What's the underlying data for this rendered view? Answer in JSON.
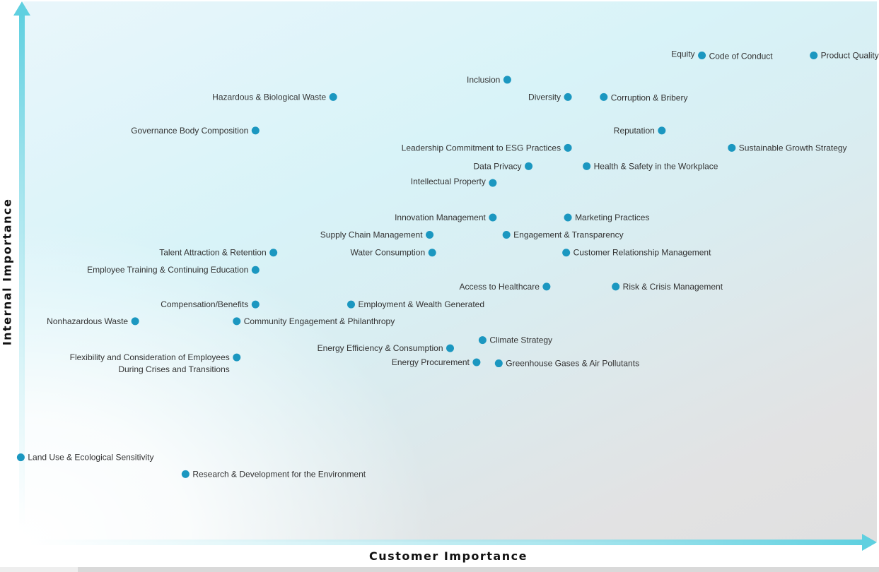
{
  "chart_data": {
    "type": "scatter",
    "title": "",
    "xlabel": "Customer Importance",
    "ylabel": "Internal Importance",
    "xlim": [
      0,
      1
    ],
    "ylim": [
      0,
      1
    ],
    "grid": false,
    "point_color": "#1b97c0",
    "accent_color": "#5fd0e0",
    "points": [
      {
        "label": "Equity",
        "x": 0.795,
        "y": 0.9,
        "label_side": "left",
        "dy": -2
      },
      {
        "label": "Code of Conduct",
        "x": 0.795,
        "y": 0.9,
        "label_side": "right",
        "dy": 1
      },
      {
        "label": "Product Quality",
        "x": 0.926,
        "y": 0.9,
        "label_side": "right",
        "dy": 0
      },
      {
        "label": "Inclusion",
        "x": 0.567,
        "y": 0.855,
        "label_side": "left",
        "dy": 0
      },
      {
        "label": "Hazardous & Biological Waste",
        "x": 0.363,
        "y": 0.823,
        "label_side": "left",
        "dy": 0
      },
      {
        "label": "Diversity",
        "x": 0.638,
        "y": 0.823,
        "label_side": "left",
        "dy": 0
      },
      {
        "label": "Corruption & Bribery",
        "x": 0.68,
        "y": 0.823,
        "label_side": "right",
        "dy": 1
      },
      {
        "label": "Governance Body Composition",
        "x": 0.272,
        "y": 0.761,
        "label_side": "left",
        "dy": 0
      },
      {
        "label": "Reputation",
        "x": 0.748,
        "y": 0.761,
        "label_side": "left",
        "dy": 0
      },
      {
        "label": "Leadership Commitment to ESG Practices",
        "x": 0.638,
        "y": 0.729,
        "label_side": "left",
        "dy": 0
      },
      {
        "label": "Sustainable Growth Strategy",
        "x": 0.83,
        "y": 0.729,
        "label_side": "right",
        "dy": 0
      },
      {
        "label": "Data Privacy",
        "x": 0.592,
        "y": 0.695,
        "label_side": "left",
        "dy": 0
      },
      {
        "label": "Health & Safety in the Workplace",
        "x": 0.66,
        "y": 0.695,
        "label_side": "right",
        "dy": 0
      },
      {
        "label": "Intellectual Property",
        "x": 0.55,
        "y": 0.664,
        "label_side": "left",
        "dy": -2
      },
      {
        "label": "Innovation Management",
        "x": 0.55,
        "y": 0.6,
        "label_side": "left",
        "dy": 0
      },
      {
        "label": "Marketing Practices",
        "x": 0.638,
        "y": 0.6,
        "label_side": "right",
        "dy": 0
      },
      {
        "label": "Supply Chain Management",
        "x": 0.476,
        "y": 0.568,
        "label_side": "left",
        "dy": 0
      },
      {
        "label": "Engagement & Transparency",
        "x": 0.566,
        "y": 0.568,
        "label_side": "right",
        "dy": 0
      },
      {
        "label": "Talent Attraction & Retention",
        "x": 0.293,
        "y": 0.535,
        "label_side": "left",
        "dy": 0
      },
      {
        "label": "Water Consumption",
        "x": 0.479,
        "y": 0.535,
        "label_side": "left",
        "dy": 0
      },
      {
        "label": "Customer Relationship Management",
        "x": 0.636,
        "y": 0.535,
        "label_side": "right",
        "dy": 0
      },
      {
        "label": "Employee Training & Continuing Education",
        "x": 0.272,
        "y": 0.503,
        "label_side": "left",
        "dy": 0
      },
      {
        "label": "Access to Healthcare",
        "x": 0.613,
        "y": 0.472,
        "label_side": "left",
        "dy": 0
      },
      {
        "label": "Risk & Crisis Management",
        "x": 0.694,
        "y": 0.472,
        "label_side": "right",
        "dy": 0
      },
      {
        "label": "Compensation/Benefits",
        "x": 0.272,
        "y": 0.439,
        "label_side": "left",
        "dy": 0
      },
      {
        "label": "Employment & Wealth Generated",
        "x": 0.384,
        "y": 0.439,
        "label_side": "right",
        "dy": 0
      },
      {
        "label": "Nonhazardous Waste",
        "x": 0.131,
        "y": 0.408,
        "label_side": "left",
        "dy": 0
      },
      {
        "label": "Community Engagement & Philanthropy",
        "x": 0.25,
        "y": 0.408,
        "label_side": "right",
        "dy": 0
      },
      {
        "label": "Climate Strategy",
        "x": 0.538,
        "y": 0.373,
        "label_side": "right",
        "dy": 0
      },
      {
        "label": "Energy Efficiency & Consumption",
        "x": 0.5,
        "y": 0.358,
        "label_side": "left",
        "dy": 0
      },
      {
        "label": "Energy Procurement",
        "x": 0.531,
        "y": 0.332,
        "label_side": "left",
        "dy": 0
      },
      {
        "label": "Greenhouse Gases & Air Pollutants",
        "x": 0.557,
        "y": 0.33,
        "label_side": "right",
        "dy": 0
      },
      {
        "label": "Land Use & Ecological Sensitivity",
        "x": -0.003,
        "y": 0.156,
        "label_side": "right",
        "dy": 0
      },
      {
        "label": "Research & Development for the Environment",
        "x": 0.19,
        "y": 0.125,
        "label_side": "right",
        "dy": 0
      }
    ],
    "multiline_point": {
      "lines": [
        "Flexibility and Consideration of Employees",
        "During Crises and Transitions"
      ],
      "x": 0.25,
      "y": 0.341
    }
  }
}
